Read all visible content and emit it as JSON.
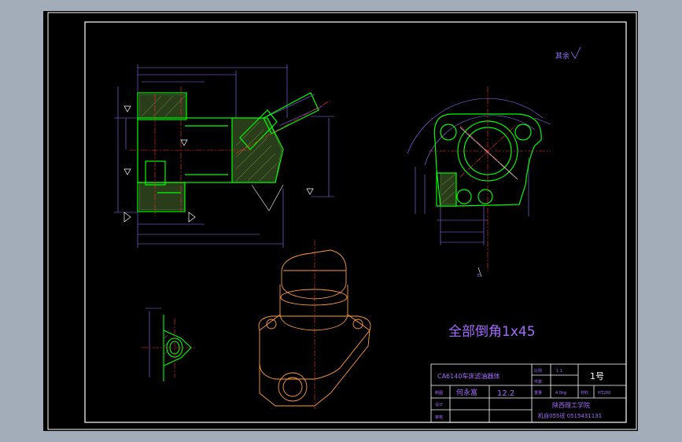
{
  "colors": {
    "background_outer": "#a3acb9",
    "sheet": "#000000",
    "frame": "#ffffff",
    "outline": "#00ff00",
    "centerline": "#ff3030",
    "dimension": "#9370ff",
    "hatch": "#7fa84a",
    "title_text": "#a56bff",
    "iso_view": "#ff9a3c"
  },
  "drawing": {
    "surface_mark": "其余",
    "chamfer_note": "全部倒角1x45",
    "view_label": "E"
  },
  "title_block": {
    "part_name": "CA6140车床滤油器体",
    "scale_label": "比例",
    "scale_value": "1:1",
    "qty_label": "件数",
    "sheet_no": "1号",
    "drawn_label": "制图",
    "drawer_name": "何永富",
    "date_value": "12.2",
    "weight_label": "重量",
    "weight_value": "4.0kg",
    "material_label": "材料",
    "material_value": "HT200",
    "design_label": "设计",
    "review_label": "审核",
    "school": "陕西理工学院",
    "class_info": "机自055班 0515431131"
  }
}
